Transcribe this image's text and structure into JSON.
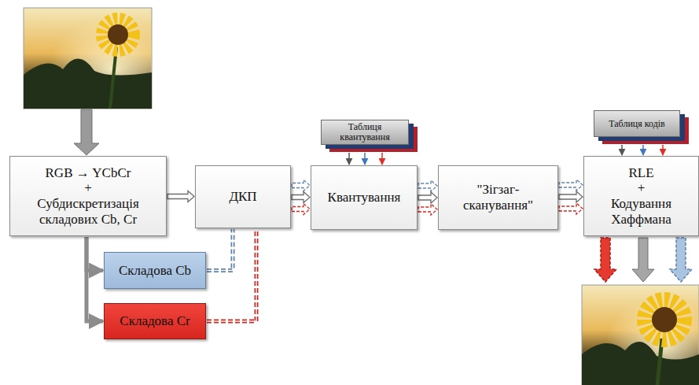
{
  "diagram": {
    "nodes": [
      {
        "text": [
          "RGB → YCbCr",
          "+",
          "Субдискретизація складових Cb, Cr"
        ]
      },
      {
        "text": [
          "ДКП"
        ]
      },
      {
        "text": [
          "Квантування"
        ]
      },
      {
        "text": [
          "\"Зігзаг- сканування\""
        ]
      },
      {
        "text": [
          "RLE",
          "+",
          "Кодування Хаффмана"
        ]
      },
      {
        "text": [
          "Складова Cb"
        ]
      },
      {
        "text": [
          "Складова Cr"
        ]
      },
      {
        "text": [
          "Таблиця квантування"
        ]
      },
      {
        "text": [
          "Таблиця кодів"
        ]
      }
    ],
    "edges": [
      {
        "from": 0,
        "to": 1,
        "arrow": "to"
      },
      {
        "from": 0,
        "to": 5,
        "arrow": "to"
      },
      {
        "from": 0,
        "to": 6,
        "arrow": "to"
      },
      {
        "from": 5,
        "to": 1,
        "arrow": "none"
      },
      {
        "from": 6,
        "to": 1,
        "arrow": "none"
      },
      {
        "from": 1,
        "to": 2,
        "arrow": "to"
      },
      {
        "from": 1,
        "to": 2,
        "arrow": "to"
      },
      {
        "from": 1,
        "to": 2,
        "arrow": "to"
      },
      {
        "from": 7,
        "to": 2,
        "arrow": "to"
      },
      {
        "from": 7,
        "to": 2,
        "arrow": "to"
      },
      {
        "from": 7,
        "to": 2,
        "arrow": "to"
      },
      {
        "from": 2,
        "to": 3,
        "arrow": "to"
      },
      {
        "from": 2,
        "to": 3,
        "arrow": "to"
      },
      {
        "from": 2,
        "to": 3,
        "arrow": "to"
      },
      {
        "from": 3,
        "to": 4,
        "arrow": "to"
      },
      {
        "from": 3,
        "to": 4,
        "arrow": "to"
      },
      {
        "from": 3,
        "to": 4,
        "arrow": "to"
      },
      {
        "from": 8,
        "to": 4,
        "arrow": "to"
      },
      {
        "from": 8,
        "to": 4,
        "arrow": "to"
      },
      {
        "from": 8,
        "to": 4,
        "arrow": "to"
      }
    ]
  }
}
